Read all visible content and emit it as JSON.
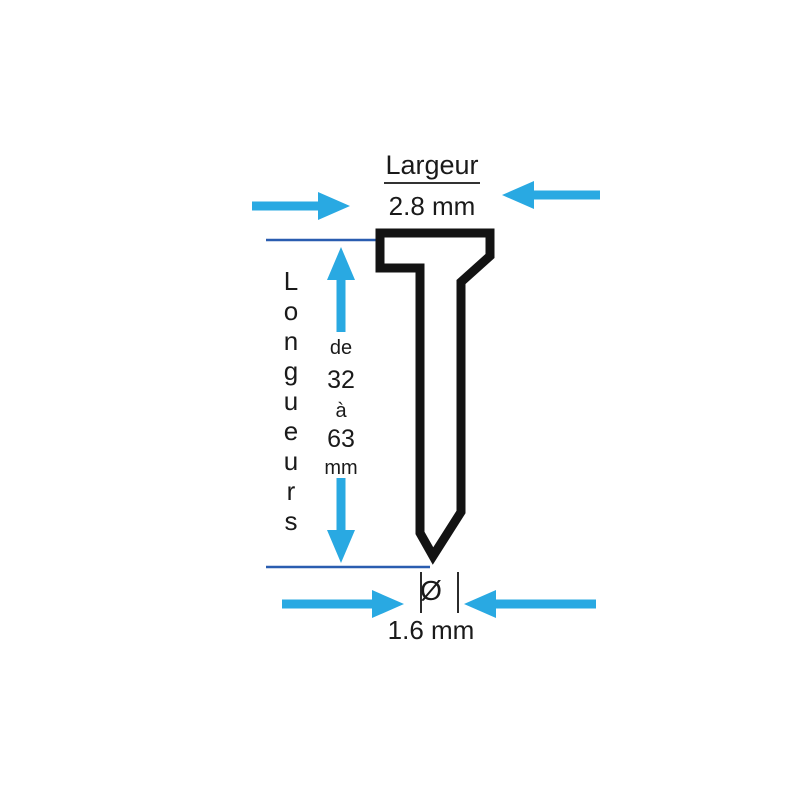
{
  "page": {
    "background": "#ffffff"
  },
  "diagram": {
    "subject": "nail-profile-technical-drawing",
    "width_dimension": {
      "label": "Largeur",
      "value": "2.8 mm"
    },
    "length_dimension": {
      "label": "Longueurs",
      "label_letters": [
        "L",
        "o",
        "n",
        "g",
        "u",
        "e",
        "u",
        "r",
        "s"
      ],
      "value_lines": [
        "de",
        "32",
        "à",
        "63",
        "mm"
      ]
    },
    "diameter_dimension": {
      "symbol": "Ø",
      "value": "1.6 mm"
    },
    "colors": {
      "arrow": "#29A9E2",
      "dimension_line": "#2A5DB0",
      "outline": "#131313"
    }
  }
}
